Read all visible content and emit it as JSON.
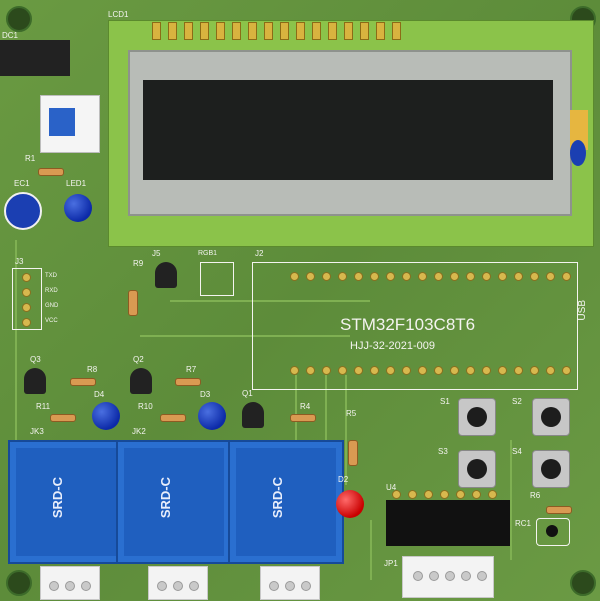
{
  "board": {
    "mcu_label": "STM32F103C8T6",
    "board_id": "HJJ-32-2021-009",
    "usb_label": "USB",
    "relay_label": "SRD-C"
  },
  "refs": {
    "lcd": "LCD1",
    "dc": "DC1",
    "r1": "R1",
    "ec1": "EC1",
    "led1": "LED1",
    "j3": "J3",
    "j3_pins": [
      "TXD",
      "RXD",
      "GND",
      "VCC"
    ],
    "r9": "R9",
    "j5": "J5",
    "rgb1": "RGB1",
    "j2": "J2",
    "q3": "Q3",
    "r8": "R8",
    "q2": "Q2",
    "r7": "R7",
    "d4": "D4",
    "d3": "D3",
    "r11": "R11",
    "r10": "R10",
    "q1": "Q1",
    "r4": "R4",
    "r5": "R5",
    "jk3": "JK3",
    "jk2": "JK2",
    "d2": "D2",
    "u4": "U4",
    "s1": "S1",
    "s2": "S2",
    "s3": "S3",
    "s4": "S4",
    "r6": "R6",
    "rc1": "RC1",
    "jp1": "JP1"
  }
}
